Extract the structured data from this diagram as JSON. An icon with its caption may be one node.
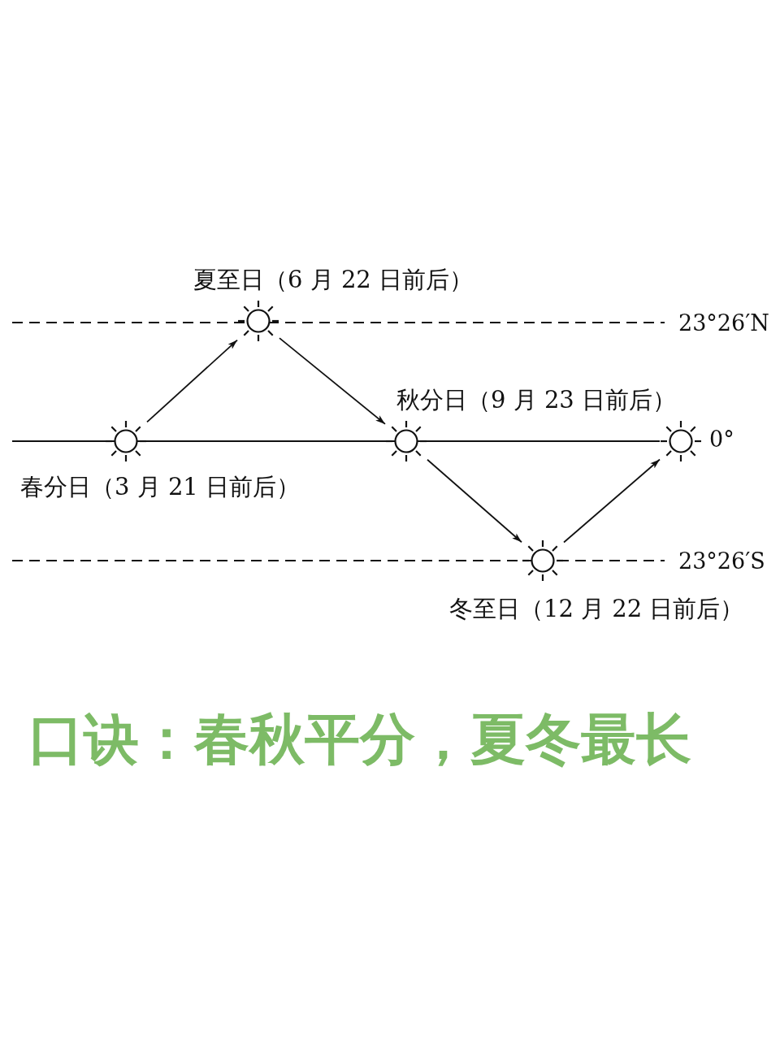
{
  "diagram": {
    "caption": "口诀：春秋平分，夏冬最长",
    "nodes": [
      {
        "text": [],
        "shape": "sun",
        "beside": [
          "春分日（3 月 21 日前后）"
        ]
      },
      {
        "text": [],
        "shape": "sun",
        "beside": [
          "夏至日（6 月 22 日前后）"
        ]
      },
      {
        "text": [],
        "shape": "sun",
        "beside": [
          "秋分日（9 月 23 日前后）"
        ]
      },
      {
        "text": [],
        "shape": "sun",
        "beside": [
          "冬至日（12 月 22 日前后）"
        ]
      },
      {
        "text": [],
        "shape": "sun"
      }
    ],
    "edges": [
      {
        "from": 0,
        "to": 1,
        "arrow": "to"
      },
      {
        "from": 1,
        "to": 2,
        "arrow": "to"
      },
      {
        "from": 2,
        "to": 3,
        "arrow": "to"
      },
      {
        "from": 3,
        "to": 4,
        "arrow": "to"
      }
    ],
    "labels": [
      "23°26′N",
      "0°",
      "23°26′S"
    ]
  }
}
